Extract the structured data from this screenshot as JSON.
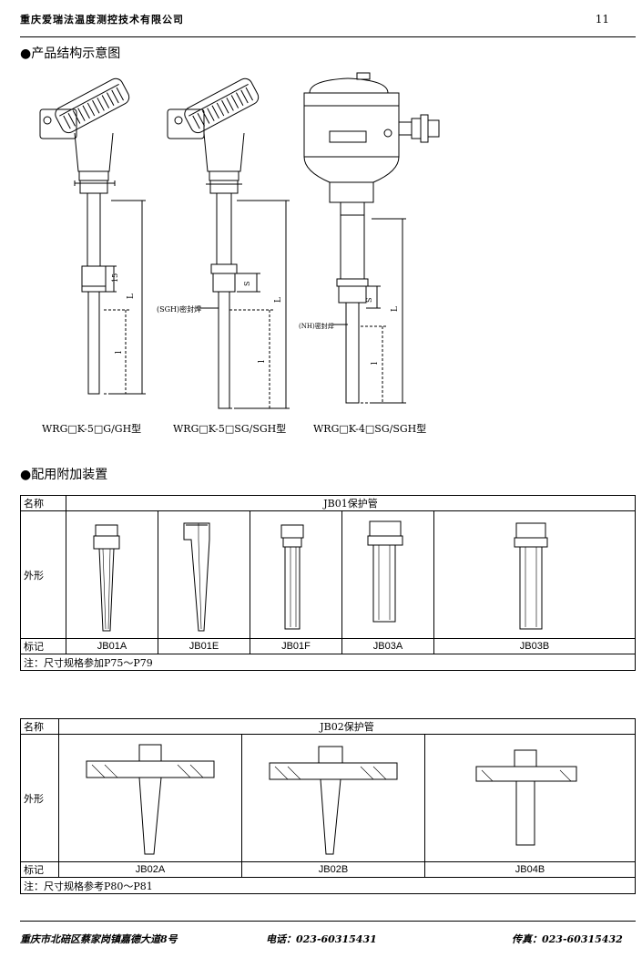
{
  "header": {
    "company": "重庆爱瑞法温度测控技术有限公司",
    "page_number": "11"
  },
  "section1": {
    "title": "●产品结构示意图",
    "diagrams": [
      {
        "caption": "WRG□K-5□G/GH型",
        "dims": {
          "d15": "15",
          "L": "L",
          "l": "l"
        }
      },
      {
        "caption": "WRG□K-5□SG/SGH型",
        "weld": "(SGH)密封焊",
        "dims": {
          "S": "S",
          "L": "L",
          "l": "l"
        }
      },
      {
        "caption": "WRG□K-4□SG/SGH型",
        "weld": "(NH)密封焊",
        "dims": {
          "S": "S",
          "L": "L",
          "l": "l"
        }
      }
    ]
  },
  "section2": {
    "title": "●配用附加装置"
  },
  "table1": {
    "name_label": "名称",
    "name_value": "JB01保护管",
    "shape_label": "外形",
    "mark_label": "标记",
    "marks": [
      "JB01A",
      "JB01E",
      "JB01F",
      "JB03A",
      "JB03B"
    ],
    "note": "注：尺寸规格参加P75～P79"
  },
  "table2": {
    "name_label": "名称",
    "name_value": "JB02保护管",
    "shape_label": "外形",
    "mark_label": "标记",
    "marks": [
      "JB02A",
      "JB02B",
      "JB04B"
    ],
    "note": "注：尺寸规格参考P80～P81"
  },
  "footer": {
    "address": "重庆市北碚区蔡家岗镇嘉德大道8号",
    "phone": "电话：023-60315431",
    "fax": "传真：023-60315432"
  }
}
